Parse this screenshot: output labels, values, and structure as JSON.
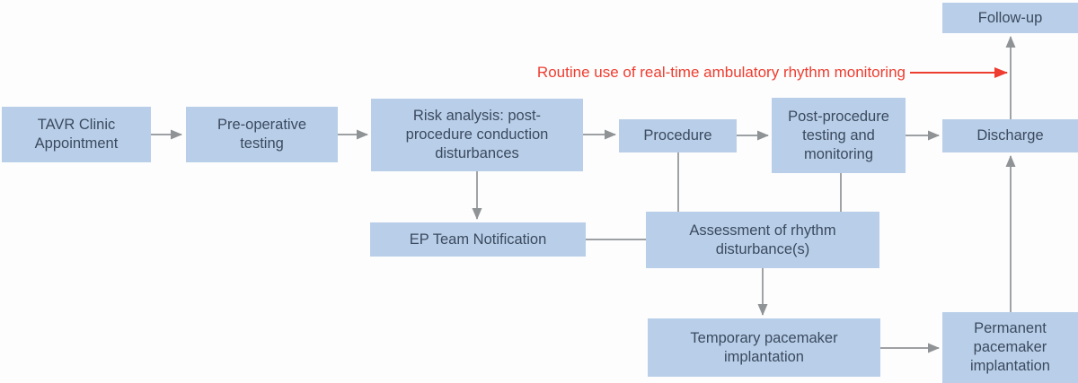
{
  "figure": {
    "type": "flowchart",
    "background": "#fdfdfd"
  },
  "nodes": {
    "tavr": {
      "label": [
        "TAVR Clinic",
        "Appointment"
      ]
    },
    "preop": {
      "label": [
        "Pre-operative",
        "testing"
      ]
    },
    "risk": {
      "label": [
        "Risk analysis: post-",
        "procedure conduction",
        "disturbances"
      ]
    },
    "procedure": {
      "label": "Procedure"
    },
    "postproc": {
      "label": [
        "Post-procedure",
        "testing and",
        "monitoring"
      ]
    },
    "discharge": {
      "label": "Discharge"
    },
    "followup": {
      "label": "Follow-up"
    },
    "ep": {
      "label": "EP Team Notification"
    },
    "assessment": {
      "label": [
        "Assessment of rhythm",
        "disturbance(s)"
      ]
    },
    "temporary": {
      "label": [
        "Temporary pacemaker",
        "implantation"
      ]
    },
    "permanent": {
      "label": [
        "Permanent",
        "pacemaker",
        "implantation"
      ]
    }
  },
  "annotation": {
    "label": "Routine use of real-time ambulatory rhythm monitoring"
  },
  "colors": {
    "node_fill": "#b9cfe9",
    "node_text": "#3b4a5e",
    "connector_gray": "#8f9396",
    "annotation_red": "#ee3d30",
    "background": "#fdfdfd"
  }
}
